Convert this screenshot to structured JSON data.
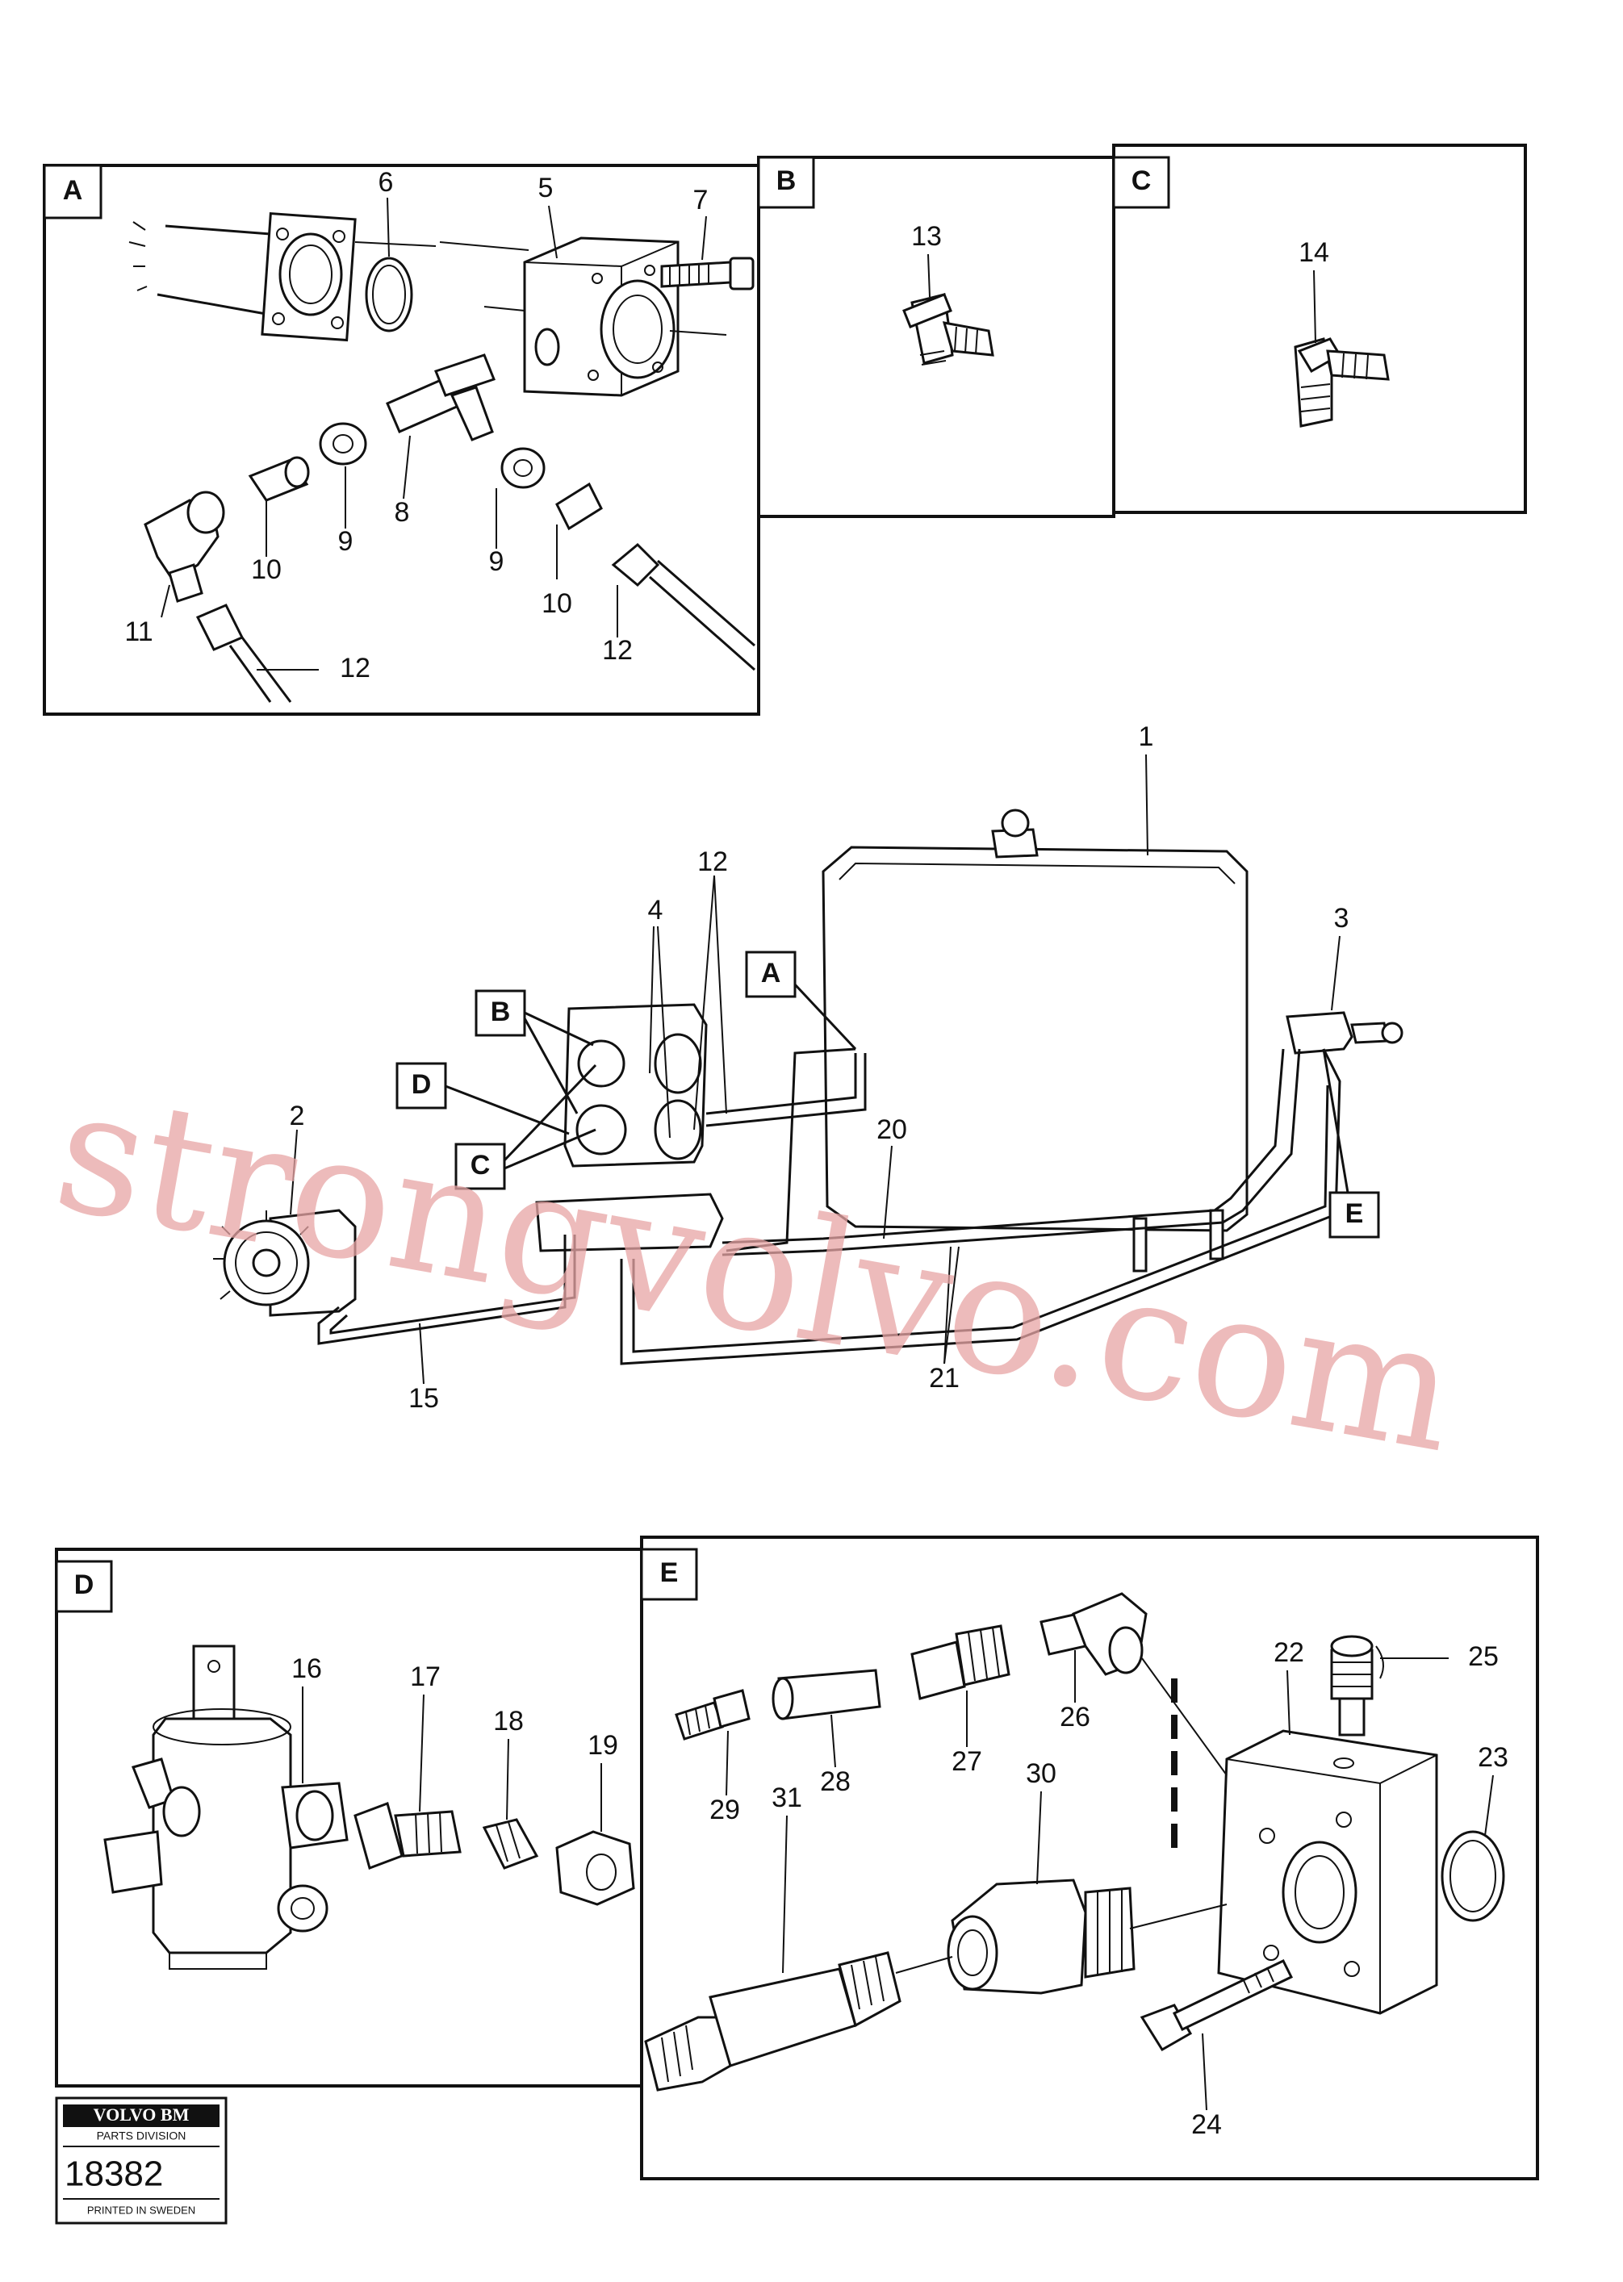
{
  "panels": {
    "A": "A",
    "B": "B",
    "C": "C",
    "D": "D",
    "E": "E"
  },
  "labels": {
    "p1": "1",
    "p2": "2",
    "p3": "3",
    "p4": "4",
    "p5": "5",
    "p6": "6",
    "p7": "7",
    "p8": "8",
    "p9a": "9",
    "p9b": "9",
    "p10a": "10",
    "p10b": "10",
    "p11": "11",
    "p12a": "12",
    "p12b": "12",
    "p12c": "12",
    "p13": "13",
    "p14": "14",
    "p15": "15",
    "p16": "16",
    "p17": "17",
    "p18": "18",
    "p19": "19",
    "p20": "20",
    "p21": "21",
    "p22": "22",
    "p23": "23",
    "p24": "24",
    "p25": "25",
    "p26": "26",
    "p27": "27",
    "p28": "28",
    "p29": "29",
    "p30": "30",
    "p31": "31"
  },
  "callouts": {
    "A": "A",
    "B": "B",
    "C": "C",
    "D": "D",
    "E": "E"
  },
  "watermark": "strongvolvo.com",
  "stamp": {
    "brand": "VOLVO BM",
    "division": "PARTS DIVISION",
    "number": "18382",
    "printed": "PRINTED IN SWEDEN"
  }
}
